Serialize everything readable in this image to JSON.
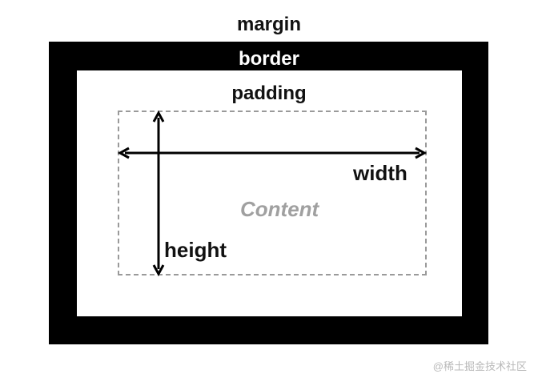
{
  "labels": {
    "margin": "margin",
    "border": "border",
    "padding": "padding",
    "content": "Content",
    "width": "width",
    "height": "height"
  },
  "watermark": "@稀土掘金技术社区",
  "colors": {
    "border_fill": "#000000",
    "content_text": "#a0a0a0",
    "dashed_outline": "#9a9a9a"
  }
}
